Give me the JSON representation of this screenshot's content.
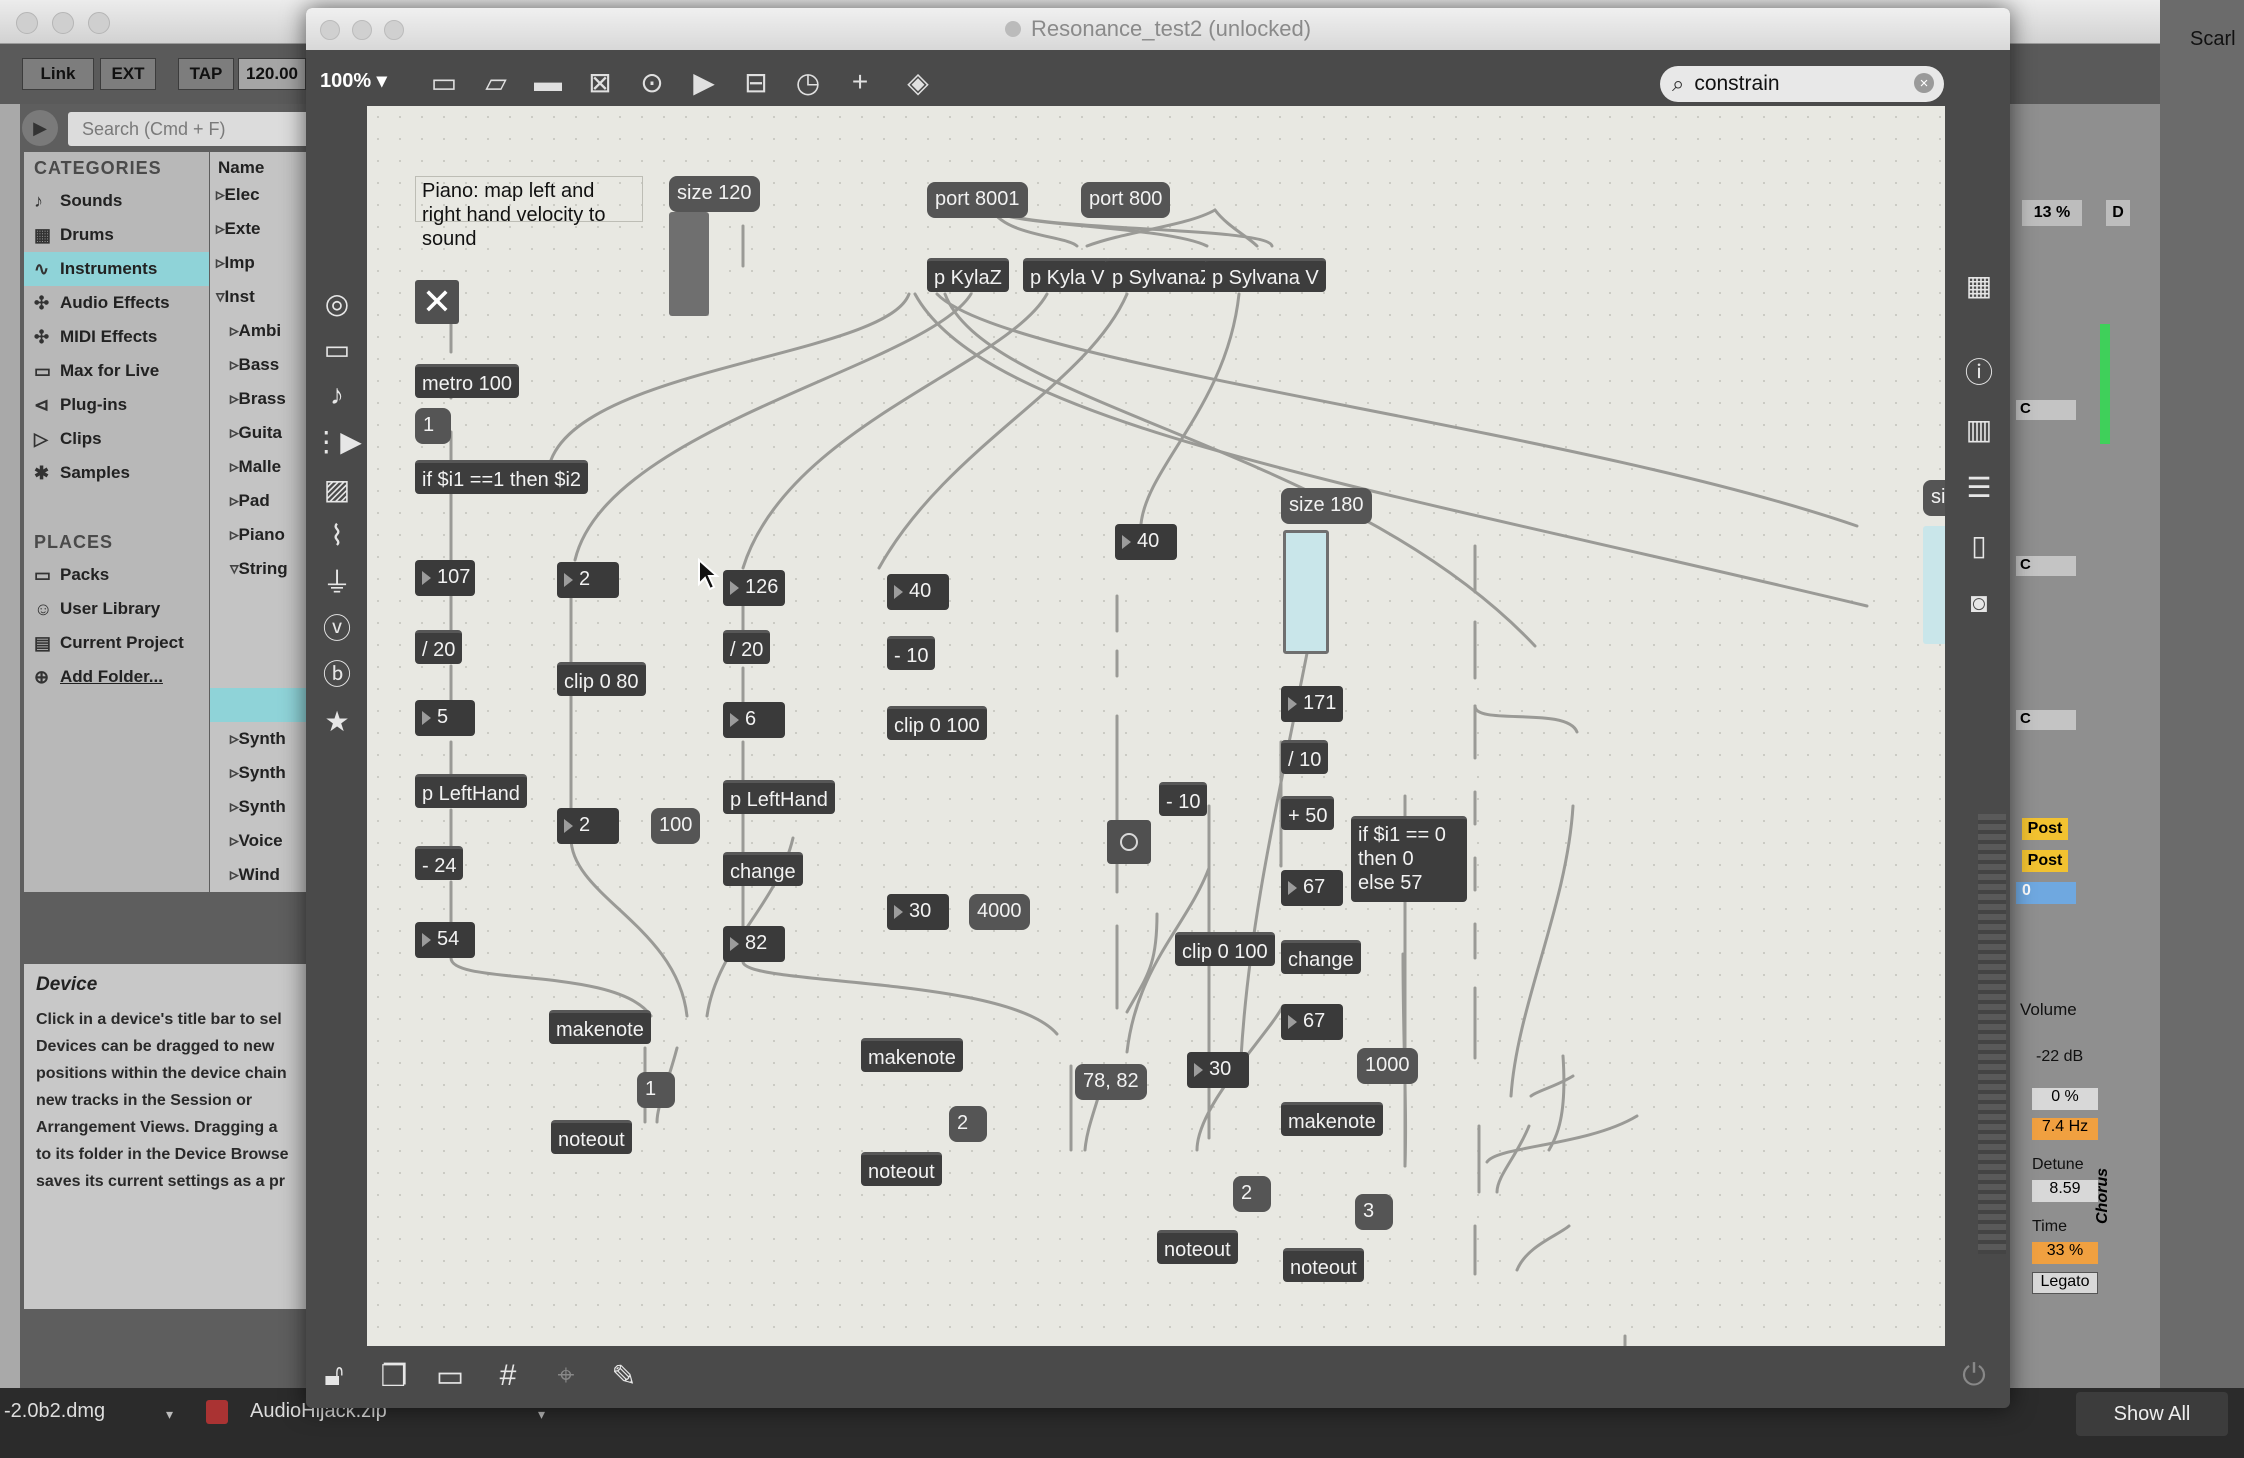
{
  "ableton": {
    "controls": {
      "link": "Link",
      "ext": "EXT",
      "tap": "TAP",
      "tempo": "120.00",
      "cpu": "13 %",
      "d": "D"
    },
    "search_placeholder": "Search (Cmd + F)",
    "categories_heading": "CATEGORIES",
    "categories": [
      "Sounds",
      "Drums",
      "Instruments",
      "Audio Effects",
      "MIDI Effects",
      "Max for Live",
      "Plug-ins",
      "Clips",
      "Samples"
    ],
    "places_heading": "PLACES",
    "places": [
      "Packs",
      "User Library",
      "Current Project",
      "Add Folder..."
    ],
    "list_header": "Name",
    "list_items": [
      "Elec",
      "Exte",
      "Imp",
      "Inst",
      "Ambi",
      "Bass",
      "Brass",
      "Guita",
      "Malle",
      "Pad",
      "Piano",
      "String",
      "",
      "",
      "",
      "",
      "Synth",
      "Synth",
      "Synth",
      "Voice",
      "Wind"
    ],
    "info_title": "Device",
    "info_lines": [
      "Click in a device's title bar to sel",
      "Devices can be dragged to new",
      "positions within the device chain",
      "new tracks in the Session or",
      "Arrangement Views. Dragging a",
      "to its folder in the Device Browse",
      "saves its current settings as a pr"
    ],
    "right_panel": {
      "post1": "Post",
      "post2": "Post",
      "zero": "0",
      "volume": "Volume",
      "db": "-22 dB",
      "pct": "0 %",
      "rate": "7.4 Hz",
      "detune": "Detune",
      "detune_val": "8.59",
      "time": "Time",
      "time_val": "33 %",
      "legato": "Legato",
      "chorus": "Chorus",
      "c1": "C",
      "c2": "C",
      "c3": "C"
    },
    "taskbar": {
      "file1": "-2.0b2.dmg",
      "file2": "AudioHijack.zip",
      "show_all": "Show All"
    },
    "scarl": "Scarl"
  },
  "max": {
    "title": "Resonance_test2 (unlocked)",
    "zoom": "100%",
    "search_value": "constrain",
    "comment": "Piano: map left and right hand velocity to sound",
    "objects": {
      "port8001": "port 8001",
      "port800": "port 800",
      "pKylaZ": "p KylaZ",
      "pKylaV": "p Kyla V",
      "pSylvanaZ": "p SylvanaZ",
      "pSylvanaV": "p Sylvana V",
      "metro": "metro 100",
      "ifthen": "if $i1 ==1 then $i2",
      "div20a": "/ 20",
      "div20b": "/ 20",
      "div10": "/ 10",
      "pLeftHandA": "p LeftHand",
      "pLeftHandB": "p LeftHand",
      "minus24": "- 24",
      "minus10a": "- 10",
      "minus10b": "- 10",
      "plus50": "+ 50",
      "clip080": "clip 0 80",
      "clip0100a": "clip 0 100",
      "clip0100b": "clip 0 100",
      "changeA": "change",
      "changeB": "change",
      "ifelse": "if $i1 == 0\nthen 0\nelse 57",
      "makenote1": "makenote",
      "makenote2": "makenote",
      "makenote3": "makenote",
      "noteout1": "noteout",
      "noteout2": "noteout",
      "noteout3": "noteout",
      "noteout4": "noteout"
    },
    "messages": {
      "size120": "size 120",
      "size180": "size 180",
      "m100": "100",
      "m4000": "4000",
      "m1000": "1000",
      "m1": "1",
      "m2a": "2",
      "m2b": "2",
      "m3": "3",
      "m7882": "78, 82",
      "mOne": "1",
      "partial": "si"
    },
    "numbers": {
      "n107": "107",
      "n5": "5",
      "n54": "54",
      "n2a": "2",
      "n2b": "2",
      "n126": "126",
      "n6": "6",
      "n82": "82",
      "n40a": "40",
      "n30a": "30",
      "n40b": "40",
      "n30b": "30",
      "n171": "171",
      "n67a": "67",
      "n67b": "67"
    }
  }
}
